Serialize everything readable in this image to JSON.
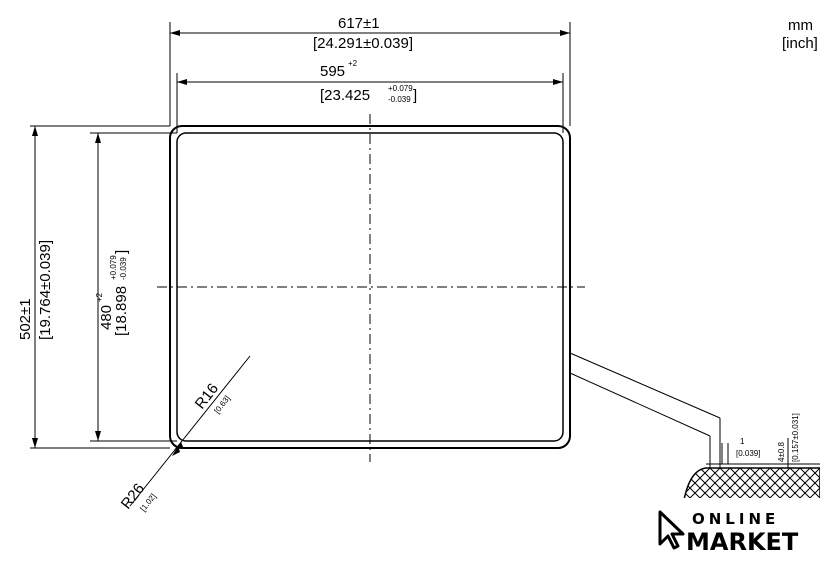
{
  "units": {
    "primary": "mm",
    "secondary": "[inch]"
  },
  "dimensions": {
    "overall_width": {
      "main": "617±1",
      "inch": "[24.291±0.039]"
    },
    "cutout_width": {
      "main": "595",
      "tol": "+2",
      "inch_main": "[23.425",
      "inch_tol_upper": "+0.079",
      "inch_tol_lower": "-0.039",
      "inch_close": "]"
    },
    "overall_height": {
      "main": "502±1",
      "inch": "[19.764±0.039]"
    },
    "cutout_height": {
      "main": "480",
      "tol": "+2",
      "inch_main": "[18.898",
      "inch_tol_upper": "+0.079",
      "inch_tol_lower": "-0.039",
      "inch_close": "]"
    },
    "radius_outer": {
      "main": "R26",
      "inch": "[1.02]"
    },
    "radius_inner": {
      "main": "R16",
      "inch": "[0.63]"
    },
    "edge_thickness": {
      "main": "1",
      "inch": "[0.039]"
    },
    "worktop_thickness": {
      "main": "4±0.8",
      "inch": "[0.157±0.031]"
    }
  },
  "logo": {
    "top": "ONLINE",
    "bottom": "MARKET"
  },
  "colors": {
    "line": "#000000",
    "background": "#ffffff",
    "hatch": "#000000"
  }
}
